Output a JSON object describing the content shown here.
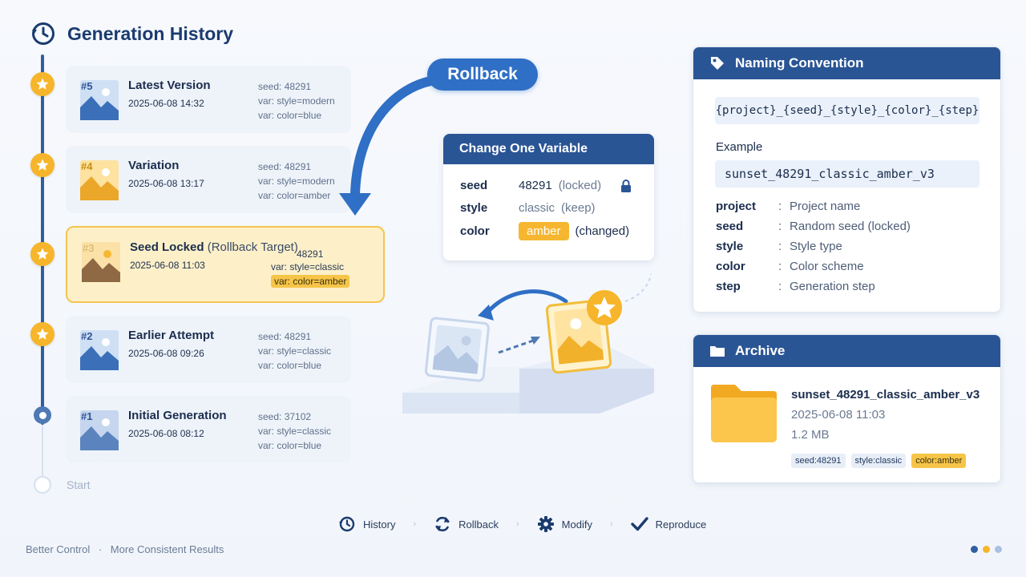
{
  "header": {
    "title": "Generation History"
  },
  "timeline": {
    "start_label": "Start",
    "items": [
      {
        "num": "#5",
        "title": "Latest Version",
        "sub": "",
        "date": "2025-06-08 14:32",
        "meta": [
          "seed: 48291",
          "var: style=modern",
          "var: color=blue"
        ]
      },
      {
        "num": "#4",
        "title": "Variation",
        "sub": "",
        "date": "2025-06-08 13:17",
        "meta": [
          "seed: 48291",
          "var: style=modern",
          "var: color=amber"
        ]
      },
      {
        "num": "#3",
        "title": "Seed Locked",
        "sub": "(Rollback Target)",
        "date": "2025-06-08 11:03",
        "meta": [
          "48291",
          "var: style=classic",
          "var: color=amber"
        ]
      },
      {
        "num": "#2",
        "title": "Earlier Attempt",
        "sub": "",
        "date": "2025-06-08 09:26",
        "meta": [
          "seed: 48291",
          "var: style=classic",
          "var: color=blue"
        ]
      },
      {
        "num": "#1",
        "title": "Initial Generation",
        "sub": "",
        "date": "2025-06-08 08:12",
        "meta": [
          "seed: 37102",
          "var: style=classic",
          "var: color=blue"
        ]
      }
    ]
  },
  "rollback": {
    "label": "Rollback"
  },
  "change_card": {
    "title": "Change One Variable",
    "rows": [
      {
        "key": "seed",
        "value": "48291",
        "note": "(locked)"
      },
      {
        "key": "style",
        "value": "classic",
        "note": "(keep)"
      },
      {
        "key": "color",
        "value": "amber",
        "note": "(changed)"
      }
    ]
  },
  "naming": {
    "title": "Naming Convention",
    "pattern": "{project}_{seed}_{style}_{color}_{step}",
    "example_label": "Example",
    "example": "sunset_48291_classic_amber_v3",
    "fields": [
      {
        "key": "project",
        "desc": "Project name"
      },
      {
        "key": "seed",
        "desc": "Random seed (locked)"
      },
      {
        "key": "style",
        "desc": "Style type"
      },
      {
        "key": "color",
        "desc": "Color scheme"
      },
      {
        "key": "step",
        "desc": "Generation step"
      }
    ],
    "separator": ":"
  },
  "archive": {
    "title": "Archive",
    "filename": "sunset_48291_classic_amber_v3",
    "date": "2025-06-08 11:03",
    "size": "1.2 MB",
    "tags": [
      "seed:48291",
      "style:classic",
      "color:amber"
    ]
  },
  "bottom_nav": {
    "items": [
      "History",
      "Rollback",
      "Modify",
      "Reproduce"
    ],
    "separator": "›"
  },
  "footer": {
    "left": "Better Control",
    "dot": "·",
    "right": "More Consistent Results"
  },
  "colors": {
    "primary": "#2a5595",
    "accent": "#f6b52a",
    "highlight_bg": "#fdf0c9"
  },
  "icons": [
    "history-icon",
    "star-icon",
    "lock-icon",
    "tag-icon",
    "folder-icon",
    "refresh-icon",
    "gear-icon",
    "check-icon",
    "image-icon"
  ]
}
